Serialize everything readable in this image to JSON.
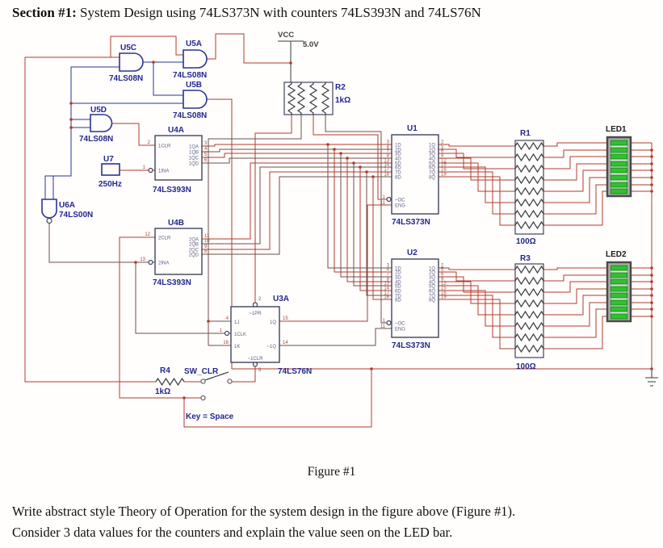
{
  "header": {
    "title_bold": "Section #1:",
    "title_rest": " System Design using 74LS373N with counters 74LS393N and 74LS76N"
  },
  "figure": {
    "caption": "Figure #1"
  },
  "task": {
    "line1": "Write abstract style Theory of Operation for the system design in the figure above (Figure #1).",
    "line2": "Consider 3 data values for the counters and explain the value seen on the LED bar."
  },
  "power": {
    "vcc": "VCC",
    "value": "5.0V",
    "ground": "ground-symbol"
  },
  "chips": {
    "u5c": {
      "ref": "U5C",
      "part": "74LS08N"
    },
    "u5a": {
      "ref": "U5A",
      "part": "74LS08N"
    },
    "u5b": {
      "ref": "U5B",
      "part": "74LS08N"
    },
    "u5d": {
      "ref": "U5D",
      "part": "74LS08N"
    },
    "u6a": {
      "ref": "U6A",
      "part": "74LS00N"
    },
    "u7": {
      "ref": "U7",
      "freq": "250Hz"
    },
    "u4a": {
      "ref": "U4A",
      "part": "74LS393N",
      "left_names": [
        "1CLR",
        "1INA"
      ],
      "left_nums": [
        "2",
        "1"
      ],
      "right_names": [
        "1QA",
        "1QB",
        "1QC",
        "1QD"
      ],
      "right_nums": [
        "3",
        "4",
        "5",
        "6"
      ]
    },
    "u4b": {
      "ref": "U4B",
      "part": "74LS393N",
      "left_names": [
        "2CLR",
        "2INA"
      ],
      "left_nums": [
        "12",
        "13"
      ],
      "right_names": [
        "2QA",
        "2QB",
        "2QC",
        "2QD"
      ],
      "right_nums": [
        "11",
        "10",
        "9",
        "8"
      ]
    },
    "u3a": {
      "ref": "U3A",
      "part": "74LS76N",
      "pin_names": [
        "~1PR",
        "1J",
        "1CLK",
        "1K",
        "1Q",
        "~1Q",
        "~1CLR"
      ],
      "pin_nums": [
        "2",
        "4",
        "1",
        "16",
        "15",
        "14",
        "3"
      ]
    },
    "u1": {
      "ref": "U1",
      "part": "74LS373N",
      "left_names": [
        "1D",
        "2D",
        "3D",
        "4D",
        "5D",
        "6D",
        "7D",
        "8D"
      ],
      "left_nums": [
        "3",
        "4",
        "7",
        "8",
        "13",
        "14",
        "17",
        "18"
      ],
      "right_names": [
        "1Q",
        "2Q",
        "3Q",
        "4Q",
        "5Q",
        "6Q",
        "7Q",
        "8Q"
      ],
      "right_nums": [
        "2",
        "5",
        "6",
        "9",
        "12",
        "15",
        "16",
        "19"
      ],
      "ctrl_names": [
        "~OC",
        "ENG"
      ],
      "ctrl_nums": [
        "1",
        "11"
      ]
    },
    "u2": {
      "ref": "U2",
      "part": "74LS373N",
      "left_names": [
        "1D",
        "2D",
        "3D",
        "4D",
        "5D",
        "6D",
        "7D",
        "8D"
      ],
      "left_nums": [
        "3",
        "4",
        "7",
        "8",
        "13",
        "14",
        "17",
        "18"
      ],
      "right_names": [
        "1Q",
        "2Q",
        "3Q",
        "4Q",
        "5Q",
        "6Q",
        "7Q",
        "8Q"
      ],
      "right_nums": [
        "2",
        "5",
        "6",
        "9",
        "12",
        "15",
        "16",
        "19"
      ],
      "ctrl_names": [
        "~OC",
        "ENG"
      ],
      "ctrl_nums": [
        "1",
        "11"
      ]
    }
  },
  "resistors": {
    "r1": {
      "ref": "R1",
      "value": "100Ω"
    },
    "r2": {
      "ref": "R2",
      "value": "1kΩ"
    },
    "r3": {
      "ref": "R3",
      "value": "100Ω"
    },
    "r4": {
      "ref": "R4",
      "value": "1kΩ"
    }
  },
  "switch": {
    "label": "SW_CLR",
    "key": "Key = Space"
  },
  "leds": {
    "led1": "LED1",
    "led2": "LED2"
  },
  "colors": {
    "wire_red": "#b23b2c",
    "wire_dark": "#6f4f49",
    "logic_blue": "#2a3490",
    "label_blue": "#23268f",
    "led_green": "#2ec22e"
  }
}
